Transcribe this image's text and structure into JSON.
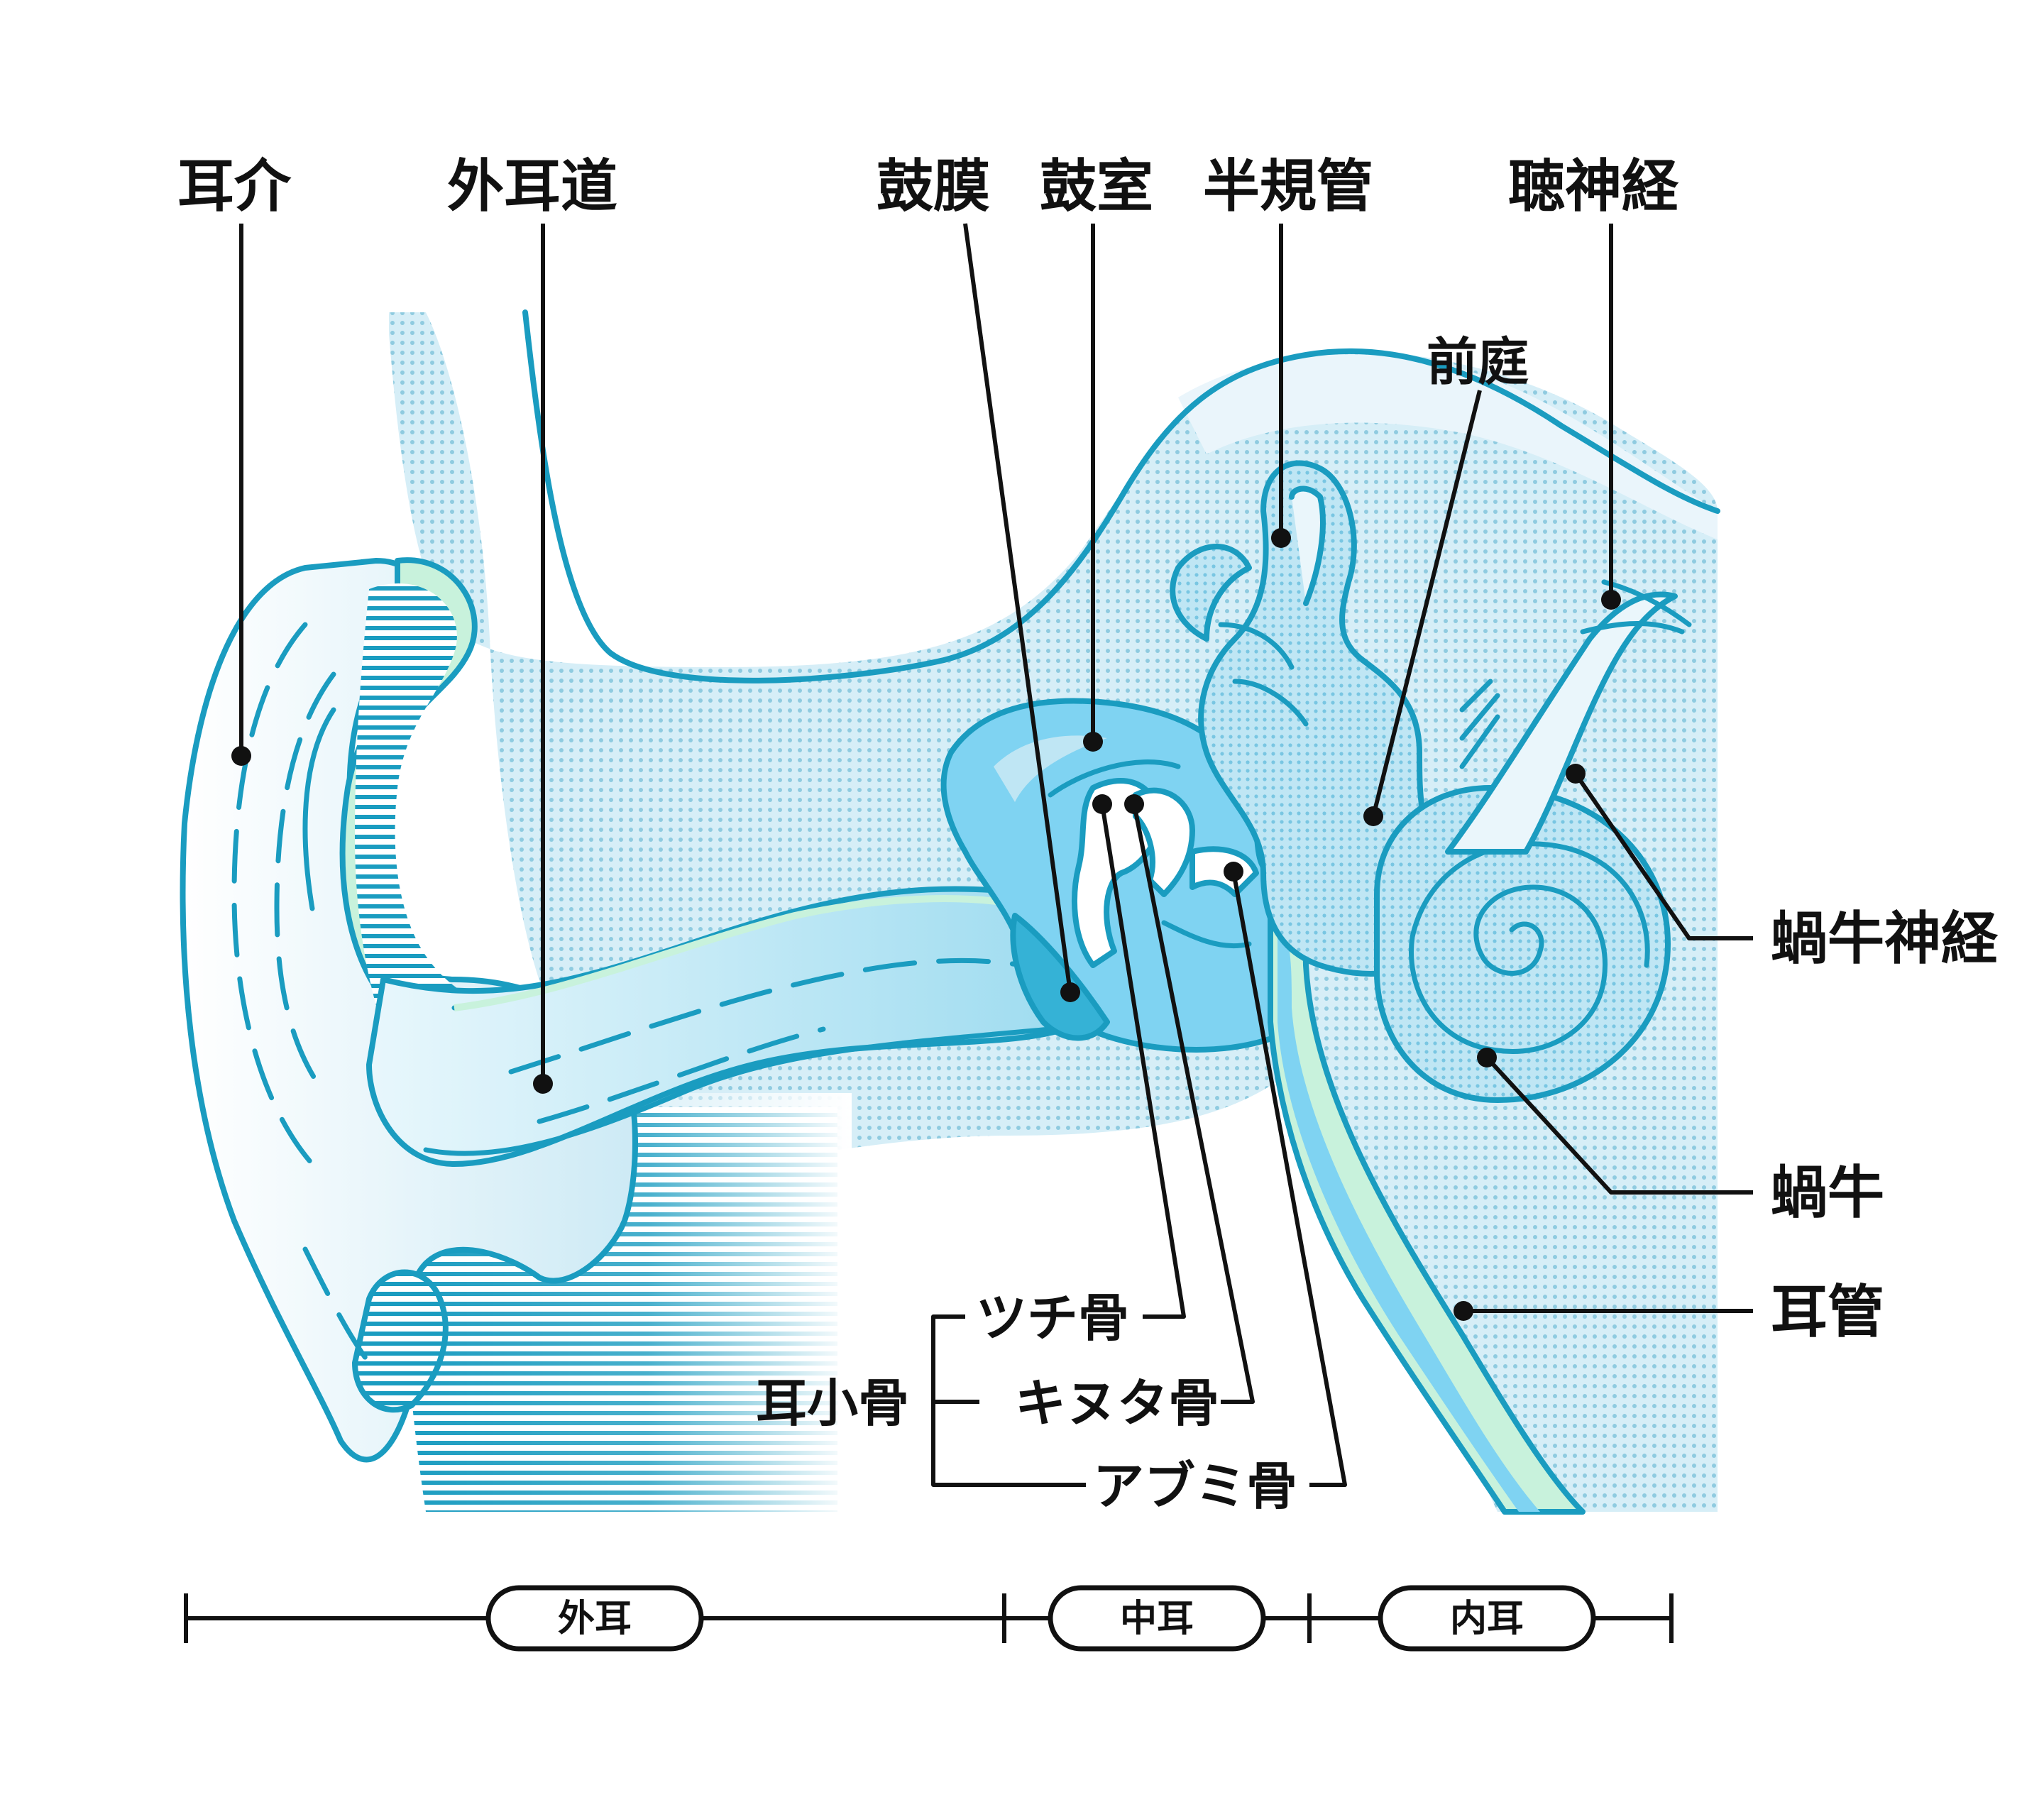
{
  "labels": {
    "auricle": "耳介",
    "ear_canal": "外耳道",
    "eardrum": "鼓膜",
    "tympanic_cavity": "鼓室",
    "semicircular_canals": "半規管",
    "auditory_nerve": "聴神経",
    "vestibule": "前庭",
    "cochlear_nerve": "蝸牛神経",
    "cochlea": "蝸牛",
    "eustachian_tube": "耳管",
    "ossicles": "耳小骨",
    "malleus": "ツチ骨",
    "incus": "キヌタ骨",
    "stapes": "アブミ骨"
  },
  "sections": {
    "outer_ear": "外耳",
    "middle_ear": "中耳",
    "inner_ear": "内耳"
  },
  "colors": {
    "outline": "#1a9cc0",
    "light_fill": "#eaf6fb",
    "mid_fill": "#bfe6f4",
    "dark_fill": "#7fd3f2",
    "deep_fill": "#35b2d6",
    "mint": "#c8f2dc",
    "ink": "#111111"
  }
}
